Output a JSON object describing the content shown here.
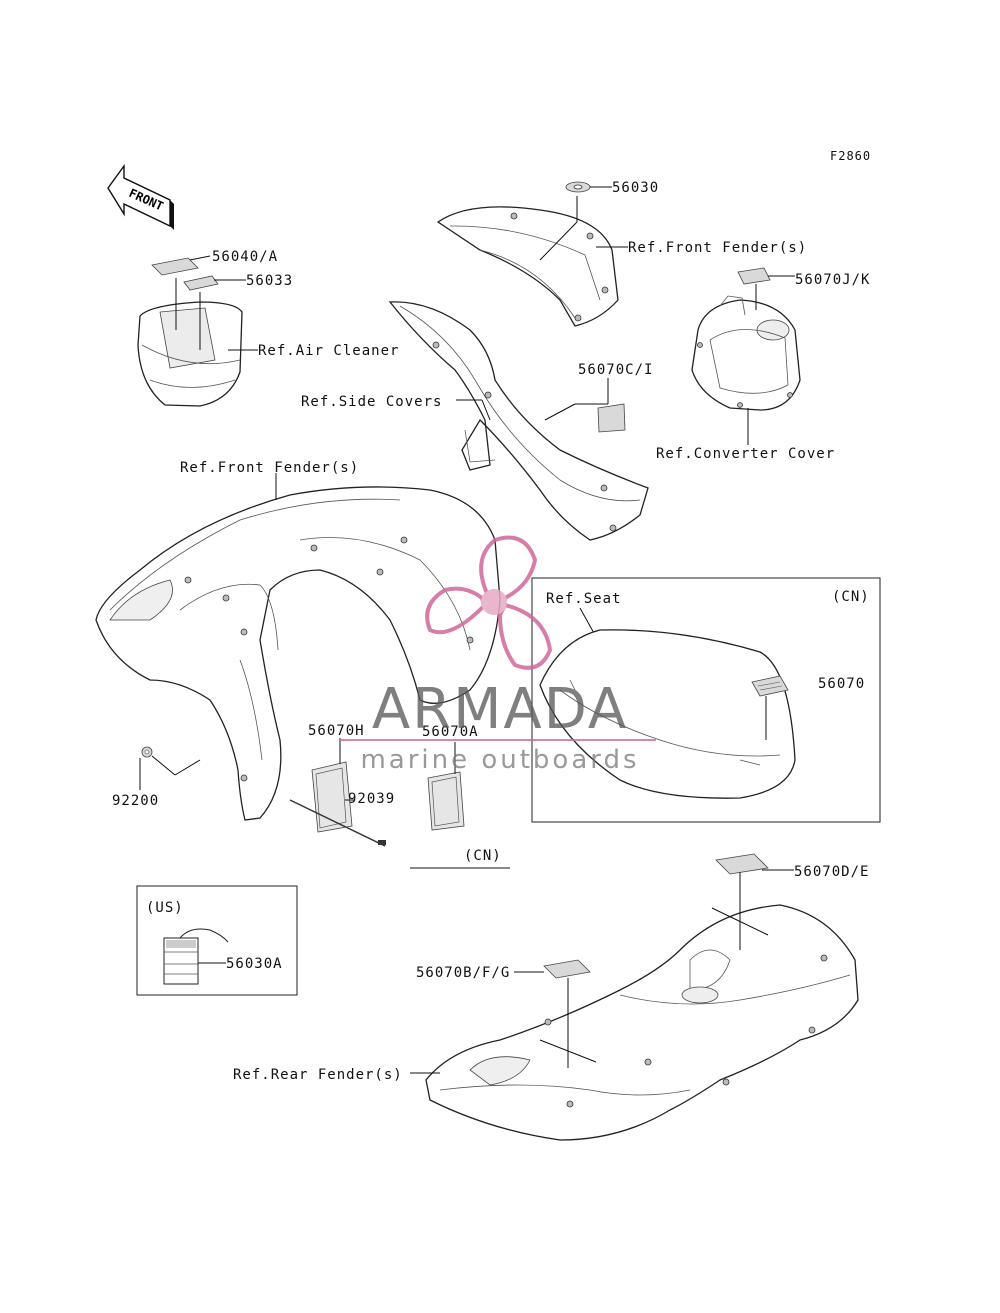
{
  "figure_code": "F2860",
  "front_arrow": "FRONT",
  "labels": {
    "l56030": "56030",
    "front_fender_top": "Ref.Front Fender(s)",
    "l56040A": "56040/A",
    "l56033": "56033",
    "air_cleaner": "Ref.Air Cleaner",
    "l56070JK": "56070J/K",
    "side_covers": "Ref.Side Covers",
    "l56070CI": "56070C/I",
    "converter_cover": "Ref.Converter Cover",
    "front_fender_main": "Ref.Front Fender(s)",
    "seat": "Ref.Seat",
    "cn_seat": "(CN)",
    "l56070": "56070",
    "l56070H": "56070H",
    "l56070A": "56070A",
    "l92039": "92039",
    "l92200": "92200",
    "cn_mid": "(CN)",
    "us": "(US)",
    "l56030A": "56030A",
    "l56070DE": "56070D/E",
    "l56070BFG": "56070B/F/G",
    "rear_fender": "Ref.Rear Fender(s)"
  },
  "watermark": {
    "brand": "ARMADA",
    "tagline": "marine outboards",
    "color": "#d0679a"
  }
}
